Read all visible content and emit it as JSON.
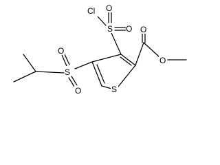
{
  "structure": {
    "labels": {
      "cl": "Cl",
      "s_chlorosulfonyl": "S",
      "o_chlorosulfonyl_top": "O",
      "o_chlorosulfonyl_right": "O",
      "s_isopropylsulfonyl": "S",
      "o_isopropylsulfonyl_top": "O",
      "o_isopropylsulfonyl_bottom": "O",
      "s_thiophene": "S",
      "o_carbonyl": "O",
      "o_ester": "O"
    },
    "colors": {
      "line": "#000000",
      "background": "#ffffff"
    }
  }
}
